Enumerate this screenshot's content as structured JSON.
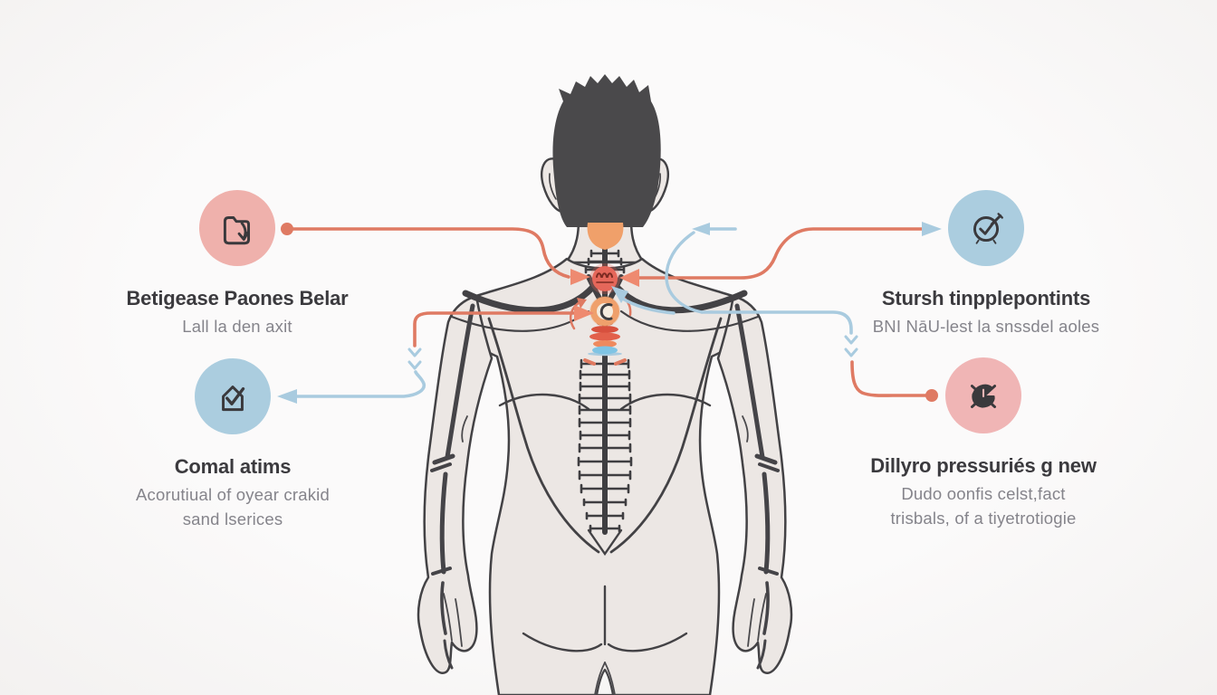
{
  "callouts": {
    "top_left": {
      "title": "Betigease Paones Belar",
      "subtitle": "Lall la den axit",
      "icon": "folder-icon"
    },
    "top_right": {
      "title": "Stursh tinpplepontints",
      "subtitle": "BNI NāU-lest la snssdel aoles",
      "icon": "target-check-icon"
    },
    "bottom_left": {
      "title": "Comal atims",
      "subtitle_lines": [
        "Acorutiual of oyear crakid",
        "sand lserices"
      ],
      "icon": "house-check-icon"
    },
    "bottom_right": {
      "title": "Dillyro pressuriés g new",
      "subtitle_lines": [
        "Dudo oonfis celst,fact",
        "trisbals, of a tiyetrotiogie"
      ],
      "icon": "gauge-cross-icon"
    }
  },
  "palette": {
    "salmon": "#df7a63",
    "light_blue": "#a9cbdf",
    "orange": "#f0a36d",
    "red_focus": "#e5675a",
    "pink_icon_bg": "#efb1ac",
    "blue_icon_bg": "#abcddf",
    "skin": "#ece7e4",
    "outline": "#434245",
    "hair": "#4a494b",
    "title_text": "#3b3a3e",
    "subtitle_text": "#85848b"
  }
}
